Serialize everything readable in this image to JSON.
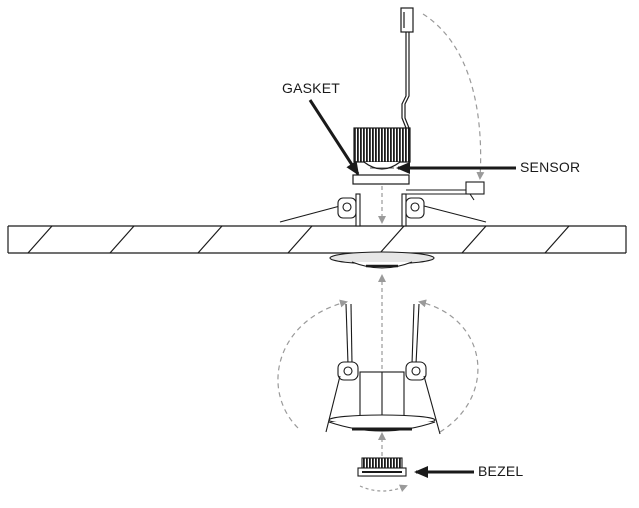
{
  "labels": {
    "gasket": "GASKET",
    "sensor": "SENSOR",
    "bezel": "BEZEL"
  },
  "colors": {
    "line": "#1a1a1a",
    "dashed_arrow": "#9a9a9a"
  }
}
